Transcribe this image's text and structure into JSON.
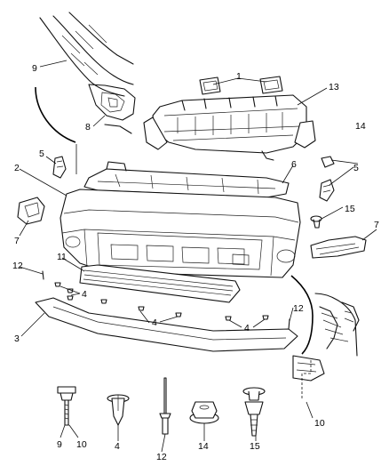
{
  "callouts": {
    "c1": "1",
    "c2": "2",
    "c3": "3",
    "c4a": "4",
    "c4b": "4",
    "c4c": "4",
    "c4d": "4",
    "c5a": "5",
    "c5b": "5",
    "c6": "6",
    "c7a": "7",
    "c7b": "7",
    "c8": "8",
    "c9a": "9",
    "c9b": "9",
    "c10a": "10",
    "c10b": "10",
    "c11": "11",
    "c12a": "12",
    "c12b": "12",
    "c12c": "12",
    "c13": "13",
    "c14a": "14",
    "c14b": "14",
    "c15a": "15",
    "c15b": "15"
  },
  "colors": {
    "line": "#111111",
    "background": "#ffffff"
  }
}
